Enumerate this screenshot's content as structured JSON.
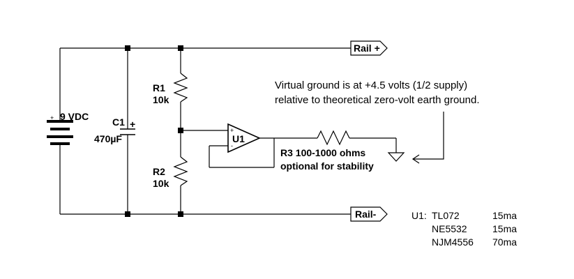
{
  "rails": {
    "positive": "Rail +",
    "negative": "Rail-"
  },
  "battery": {
    "polarity": "+",
    "voltage": "9 VDC"
  },
  "capacitor": {
    "name": "C1",
    "polarity": "+",
    "value": "470µF"
  },
  "resistors": {
    "r1": {
      "name": "R1",
      "value": "10k"
    },
    "r2": {
      "name": "R2",
      "value": "10k"
    },
    "r3": {
      "line1": "R3 100-1000 ohms",
      "line2": "optional for stability"
    }
  },
  "opamp": {
    "name": "U1",
    "plus": "+",
    "minus": "-"
  },
  "note": {
    "line1": "Virtual ground is at +4.5 volts (1/2 supply)",
    "line2": "relative to theoretical zero-volt earth ground."
  },
  "parts_table": {
    "label": "U1:",
    "rows": [
      {
        "part": "TL072",
        "current": "15ma"
      },
      {
        "part": "NE5532",
        "current": "15ma"
      },
      {
        "part": "NJM4556",
        "current": "70ma"
      }
    ]
  }
}
